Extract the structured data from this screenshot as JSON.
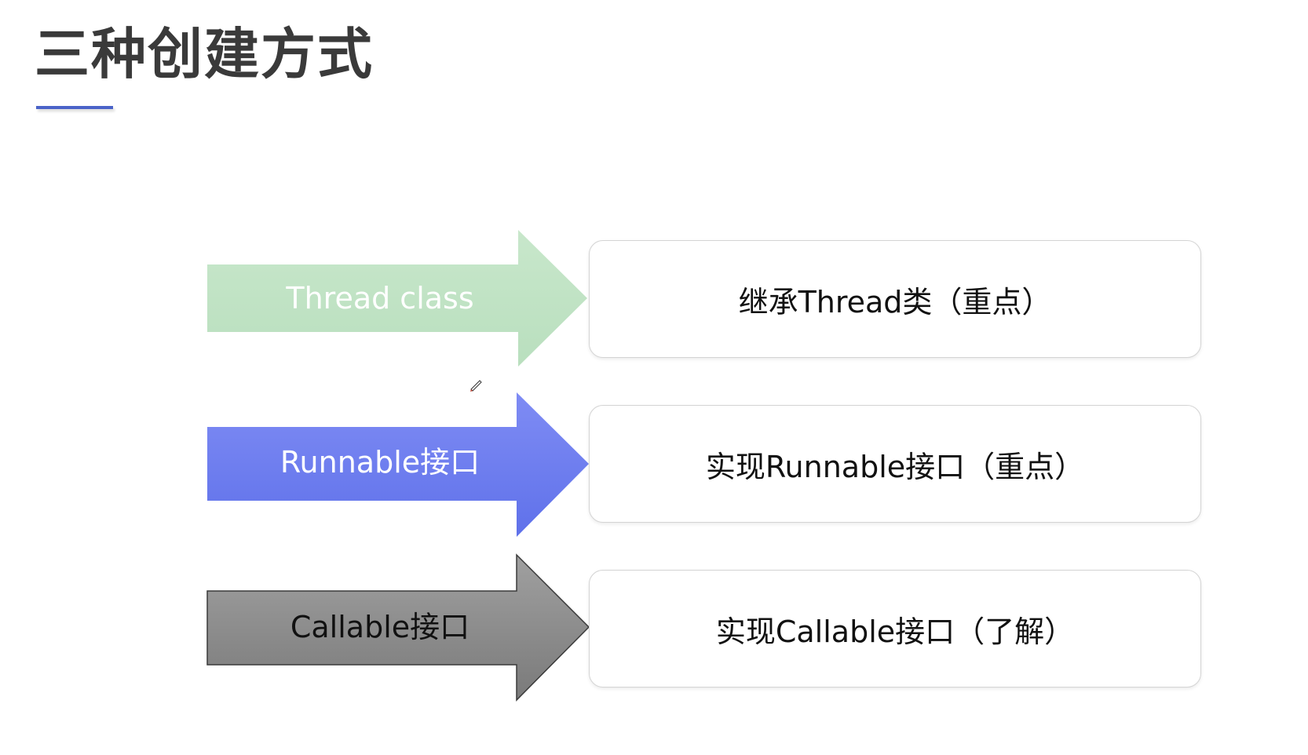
{
  "title": "三种创建方式",
  "rows": [
    {
      "arrow_label": "Thread  class",
      "card_text": "继承Thread类（重点）",
      "arrow_color": "#c1e3c5",
      "label_color": "#ffffff"
    },
    {
      "arrow_label": "Runnable接口",
      "card_text": "实现Runnable接口（重点）",
      "arrow_color": "#6f7ff0",
      "label_color": "#ffffff"
    },
    {
      "arrow_label": "Callable接口",
      "card_text": "实现Callable接口（了解）",
      "arrow_color": "#8a8a8a",
      "label_color": "#111111"
    }
  ],
  "colors": {
    "title_underline": "#4a63c8"
  },
  "icons": {
    "cursor": "pen-cursor-icon"
  }
}
